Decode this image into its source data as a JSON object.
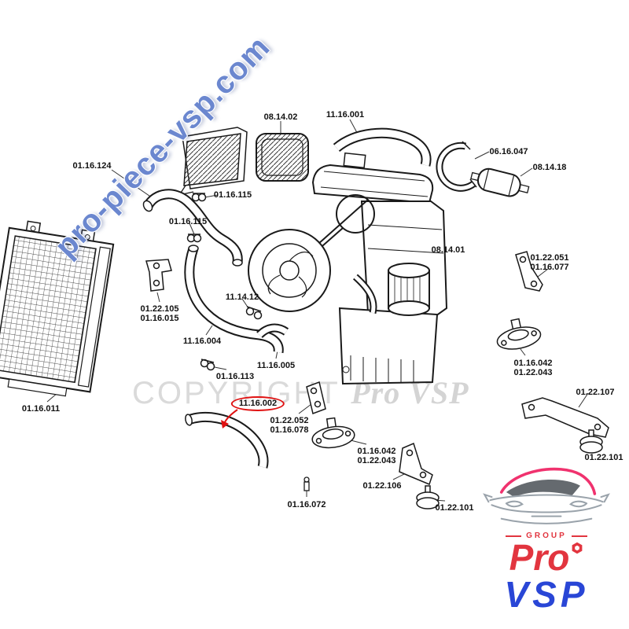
{
  "watermarks": {
    "diagonal_text": "pro-piece-vsp.com",
    "copyright_text": "COPYRIGHT",
    "copyright_brand": "Pro VSP"
  },
  "brand_logo": {
    "group_label": "GROUP",
    "pro_label": "Pro",
    "vsp_label": "VSP"
  },
  "highlight": {
    "part": "11.16.002",
    "color": "#e01212"
  },
  "colors": {
    "watermark_blue": "#5676c8",
    "watermark_gray": "#dadada",
    "line_black": "#1a1a1a",
    "logo_red": "#e2353f",
    "logo_blue": "#2946d6"
  },
  "part_labels": [
    {
      "text": "01.16.124"
    },
    {
      "text": "08.14.02"
    },
    {
      "text": "11.16.001"
    },
    {
      "text": "06.16.047"
    },
    {
      "text": "08.14.18"
    },
    {
      "text": "01.16.115"
    },
    {
      "text": "01.16.115"
    },
    {
      "text": "08.14.01"
    },
    {
      "text": "01.22.051"
    },
    {
      "text": "01.16.077"
    },
    {
      "text": "01.22.105"
    },
    {
      "text": "01.16.015"
    },
    {
      "text": "11.14.12"
    },
    {
      "text": "11.16.004"
    },
    {
      "text": "11.16.005"
    },
    {
      "text": "01.16.042"
    },
    {
      "text": "01.22.043"
    },
    {
      "text": "01.16.113"
    },
    {
      "text": "01.16.011"
    },
    {
      "text": "11.16.002"
    },
    {
      "text": "01.22.052"
    },
    {
      "text": "01.16.078"
    },
    {
      "text": "01.22.107"
    },
    {
      "text": "01.16.042"
    },
    {
      "text": "01.22.043"
    },
    {
      "text": "01.22.101"
    },
    {
      "text": "01.22.106"
    },
    {
      "text": "01.16.072"
    },
    {
      "text": "01.22.101"
    }
  ]
}
